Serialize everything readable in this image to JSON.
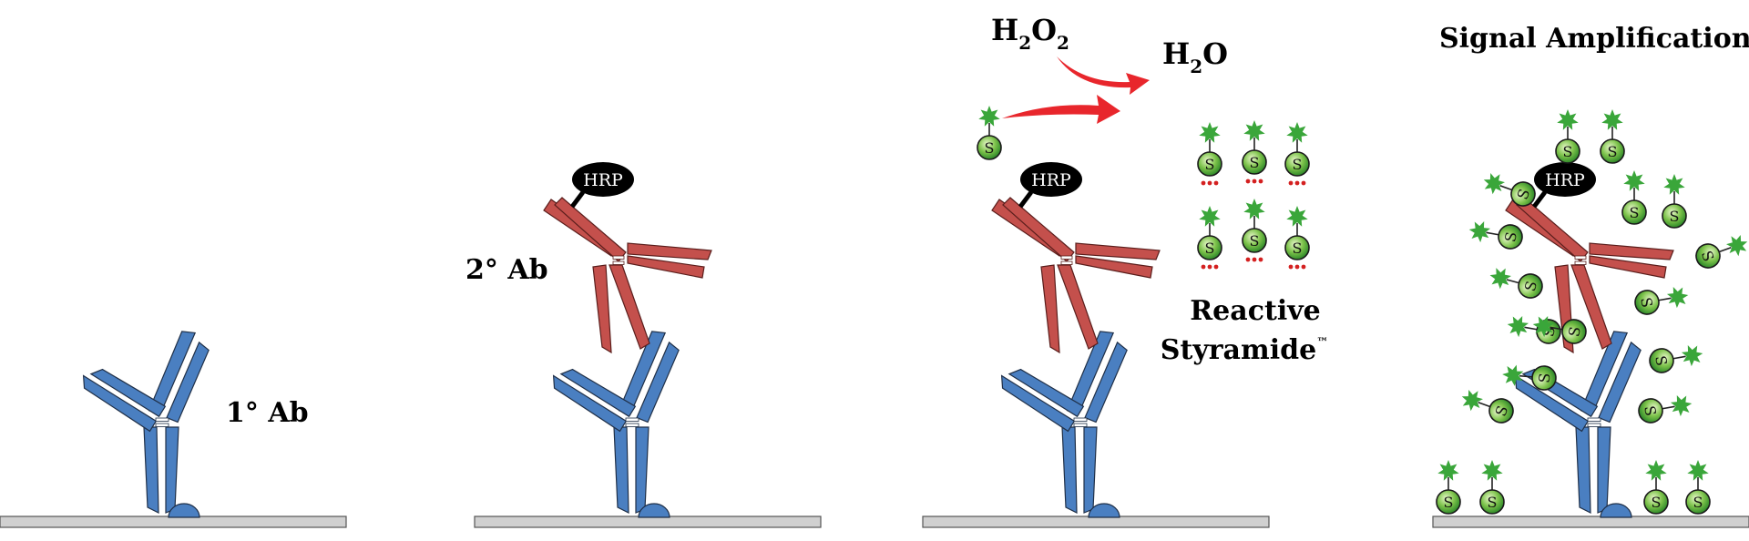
{
  "labels": {
    "primary_ab": "1° Ab",
    "secondary_ab": "2° Ab",
    "reactive_line1": "Reactive",
    "reactive_line2": "Styramide",
    "trademark": "™",
    "amplification": "Signal Amplification"
  },
  "reaction": {
    "reactant_main": "H",
    "reactant_sub1": "2",
    "reactant_mid": "O",
    "reactant_sub2": "2",
    "product_main": "H",
    "product_sub": "2",
    "product_end": "O"
  },
  "enzyme_label": "HRP",
  "styramide_label": "S",
  "colors": {
    "primary_antibody": "#4a7fc1",
    "secondary_antibody": "#c4504c",
    "surface": "#cfcfcf",
    "antigen": "#4a7fc1",
    "arrow": "#e8262c",
    "styramide": "#3aa63a",
    "radical_dots": "#d42020"
  }
}
